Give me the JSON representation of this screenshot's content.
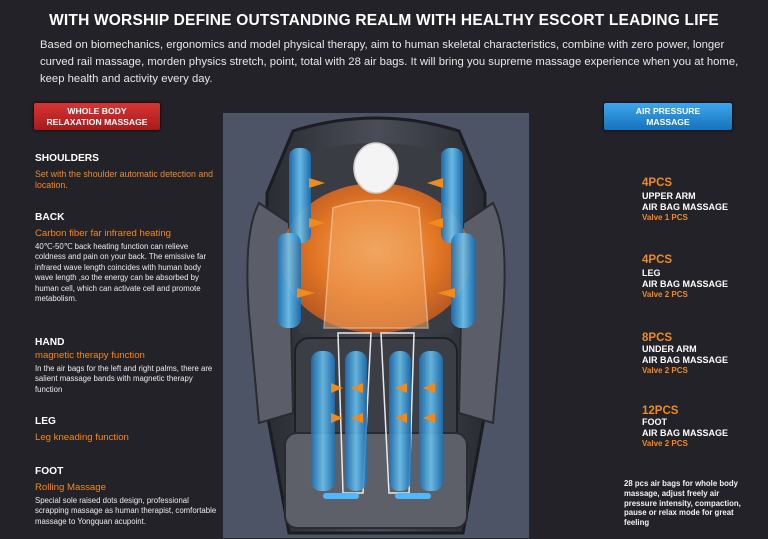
{
  "header": {
    "title": "WITH WORSHIP DEFINE OUTSTANDING REALM WITH HEALTHY ESCORT LEADING LIFE",
    "intro": "Based on biomechanics, ergonomics and model physical therapy, aim to human skeletal characteristics, combine with zero power, longer curved rail massage, morden physics stretch, point, total with 28 air bags. It will bring you supreme massage experience when you at home, keep health and activity every day."
  },
  "left_tag": {
    "line1": "WHOLE BODY",
    "line2": "RELAXATION MASSAGE"
  },
  "right_tag": {
    "line1": "AIR PRESSURE",
    "line2": "MASSAGE"
  },
  "colors": {
    "accent_orange": "#f08a1c",
    "red_tag": "#c42626",
    "blue_tag": "#2a8ad6",
    "background": "#232228"
  },
  "left_sections": [
    {
      "heading": "SHOULDERS",
      "subtitle": "Set with the shoulder automatic detection and location.",
      "body": ""
    },
    {
      "heading": "BACK",
      "subtitle": "Carbon fiber far infrared heating",
      "body": "40℃-50℃ back heating function can relieve coldness and pain on your back. The emissive far infrared wave length coincides with  human body wave length ,so the energy can be absorbed by human cell, which can activate cell and promote metabolism."
    },
    {
      "heading": "HAND",
      "subtitle": "magnetic therapy function",
      "body": "In the air bags for the left and right palms, there are salient massage bands with magnetic therapy function"
    },
    {
      "heading": "LEG",
      "subtitle": "Leg kneading function",
      "body": ""
    },
    {
      "heading": "FOOT",
      "subtitle": "Rolling Massage",
      "body": "Special sole raised dots design, professional scrapping massage as human therapist, comfortable massage to Yongquan acupoint."
    }
  ],
  "right_items": [
    {
      "count": "4PCS",
      "line1": "UPPER ARM",
      "line2": "AIR BAG MASSAGE",
      "valve": "Valve 1 PCS"
    },
    {
      "count": "4PCS",
      "line1": "LEG",
      "line2": "AIR BAG MASSAGE",
      "valve": "Valve 2 PCS"
    },
    {
      "count": "8PCS",
      "line1": "UNDER ARM",
      "line2": "AIR BAG MASSAGE",
      "valve": "Valve 2 PCS"
    },
    {
      "count": "12PCS",
      "line1": "FOOT",
      "line2": "AIR BAG MASSAGE",
      "valve": "Valve 2 PCS"
    }
  ],
  "note": "28 pcs air bags for whole body massage, adjust freely air pressure intensity, compaction, pause or relax mode for great feeling"
}
